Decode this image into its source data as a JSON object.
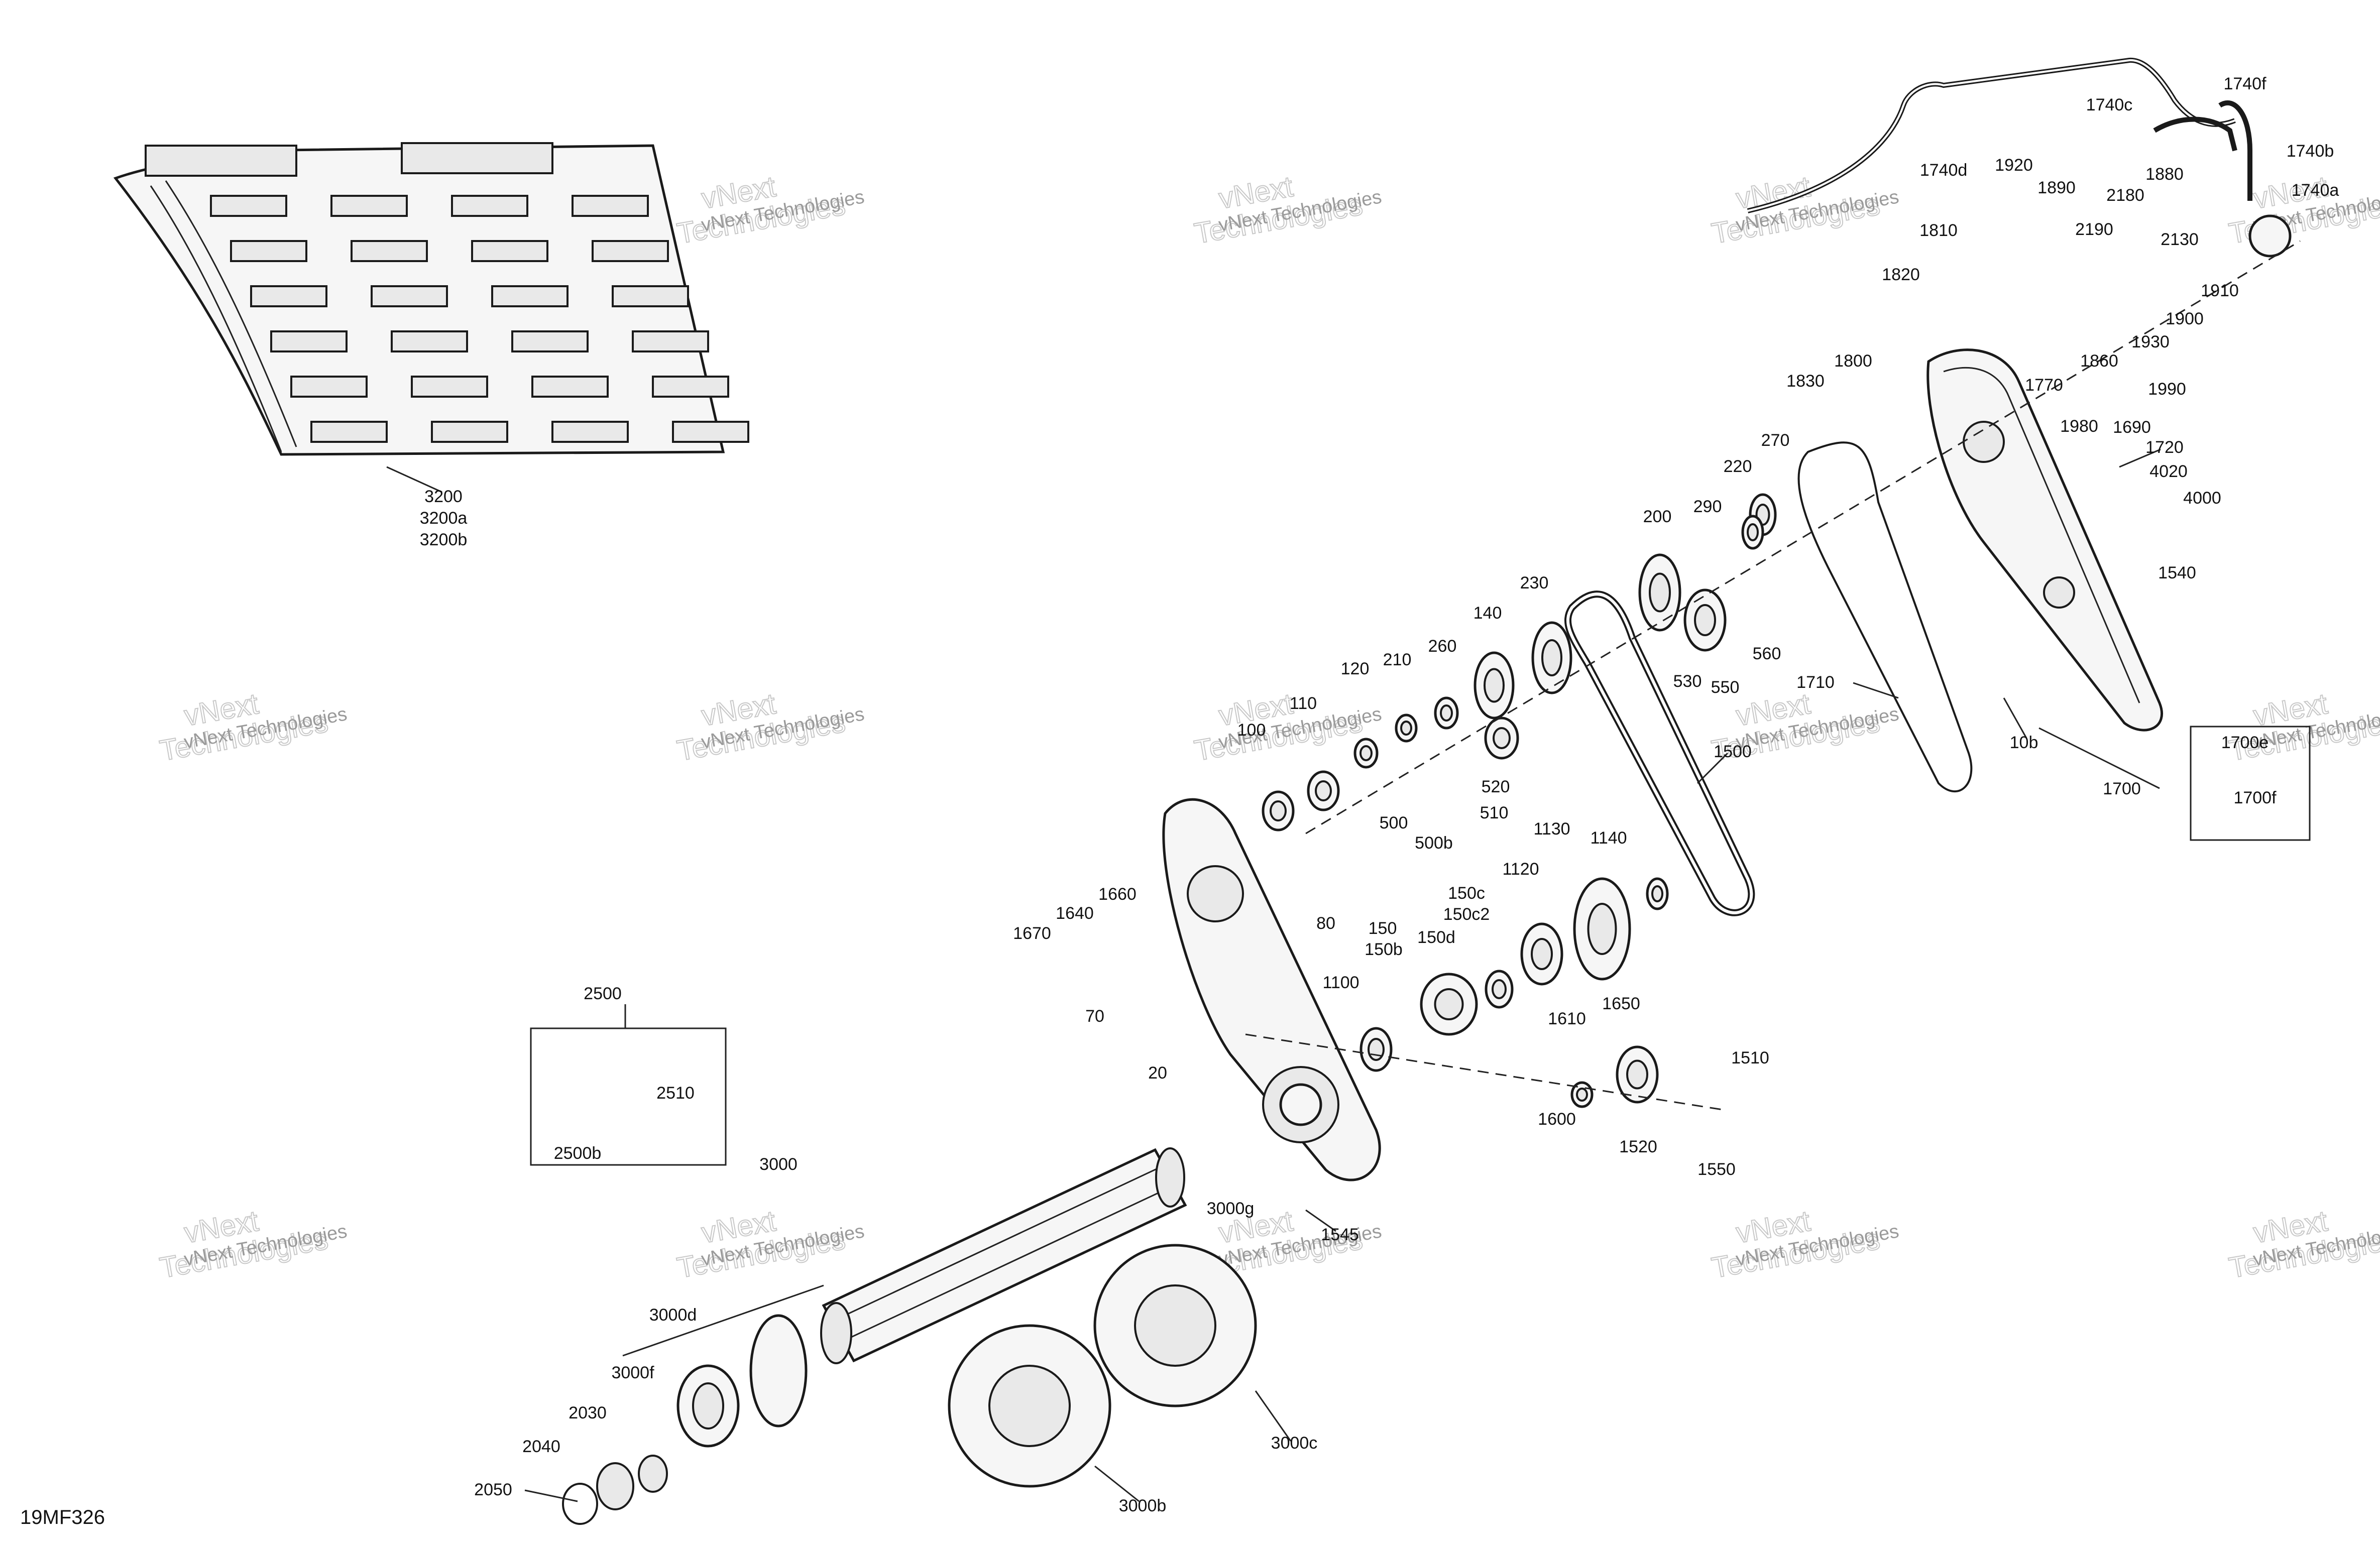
{
  "diagram_code": "19MF326",
  "watermark": {
    "line1": "vNext Technologies",
    "line2": "vNext",
    "line3": "Technologies"
  },
  "callouts": [
    {
      "id": "3200"
    },
    {
      "id": "3200a"
    },
    {
      "id": "3200b"
    },
    {
      "id": "1740c"
    },
    {
      "id": "1740f"
    },
    {
      "id": "1740d"
    },
    {
      "id": "1740b"
    },
    {
      "id": "1740a"
    },
    {
      "id": "1920"
    },
    {
      "id": "1890"
    },
    {
      "id": "2180"
    },
    {
      "id": "1880"
    },
    {
      "id": "2190"
    },
    {
      "id": "2130"
    },
    {
      "id": "1810"
    },
    {
      "id": "1820"
    },
    {
      "id": "1910"
    },
    {
      "id": "1900"
    },
    {
      "id": "1930"
    },
    {
      "id": "1860"
    },
    {
      "id": "1830"
    },
    {
      "id": "1800"
    },
    {
      "id": "1770"
    },
    {
      "id": "1990"
    },
    {
      "id": "1980"
    },
    {
      "id": "1690"
    },
    {
      "id": "270"
    },
    {
      "id": "220"
    },
    {
      "id": "1720"
    },
    {
      "id": "4020"
    },
    {
      "id": "4000"
    },
    {
      "id": "200"
    },
    {
      "id": "290"
    },
    {
      "id": "230"
    },
    {
      "id": "140"
    },
    {
      "id": "1540"
    },
    {
      "id": "260"
    },
    {
      "id": "210"
    },
    {
      "id": "120"
    },
    {
      "id": "110"
    },
    {
      "id": "560"
    },
    {
      "id": "530"
    },
    {
      "id": "550"
    },
    {
      "id": "1710"
    },
    {
      "id": "10b"
    },
    {
      "id": "100"
    },
    {
      "id": "1500"
    },
    {
      "id": "520"
    },
    {
      "id": "510"
    },
    {
      "id": "500"
    },
    {
      "id": "500b"
    },
    {
      "id": "1700"
    },
    {
      "id": "1700e"
    },
    {
      "id": "1700f"
    },
    {
      "id": "1130"
    },
    {
      "id": "1140"
    },
    {
      "id": "1120"
    },
    {
      "id": "150c"
    },
    {
      "id": "150c2"
    },
    {
      "id": "150d"
    },
    {
      "id": "150"
    },
    {
      "id": "150b"
    },
    {
      "id": "1660"
    },
    {
      "id": "1640"
    },
    {
      "id": "1670"
    },
    {
      "id": "80"
    },
    {
      "id": "1100"
    },
    {
      "id": "70"
    },
    {
      "id": "2500"
    },
    {
      "id": "2510"
    },
    {
      "id": "2500b"
    },
    {
      "id": "1610"
    },
    {
      "id": "1650"
    },
    {
      "id": "1510"
    },
    {
      "id": "20"
    },
    {
      "id": "1600"
    },
    {
      "id": "1520"
    },
    {
      "id": "1550"
    },
    {
      "id": "3000"
    },
    {
      "id": "3000g"
    },
    {
      "id": "1545"
    },
    {
      "id": "3000d"
    },
    {
      "id": "3000f"
    },
    {
      "id": "2030"
    },
    {
      "id": "2040"
    },
    {
      "id": "2050"
    },
    {
      "id": "3000c"
    },
    {
      "id": "3000b"
    }
  ]
}
